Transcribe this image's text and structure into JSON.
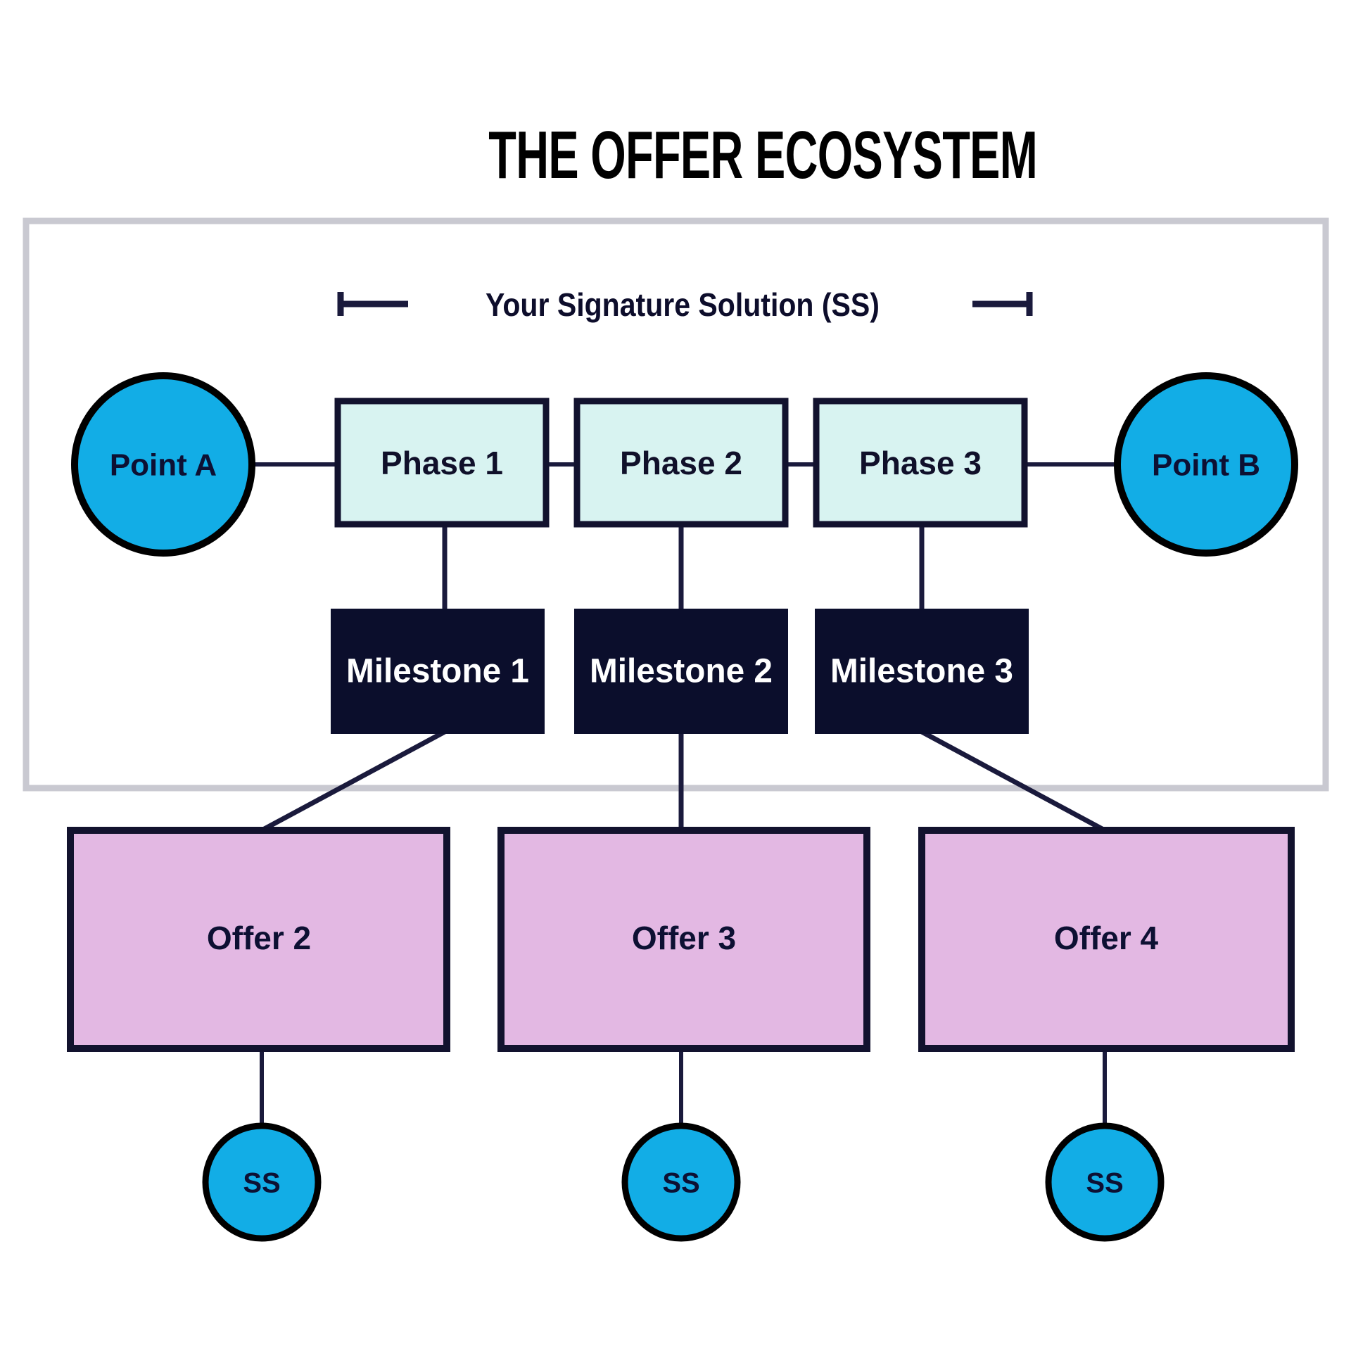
{
  "title": "THE OFFER ECOSYSTEM",
  "bracket": {
    "label": "Your Signature Solution (SS)"
  },
  "endpoints": [
    {
      "label": "Point A",
      "name": "point-a"
    },
    {
      "label": "Point B",
      "name": "point-b"
    }
  ],
  "phases": [
    {
      "label": "Phase 1"
    },
    {
      "label": "Phase 2"
    },
    {
      "label": "Phase 3"
    }
  ],
  "milestones": [
    {
      "label": "Milestone 1"
    },
    {
      "label": "Milestone 2"
    },
    {
      "label": "Milestone 3"
    }
  ],
  "offers": [
    {
      "label": "Offer 2"
    },
    {
      "label": "Offer 3"
    },
    {
      "label": "Offer 4"
    }
  ],
  "signature_circles": [
    {
      "label": "SS"
    },
    {
      "label": "SS"
    },
    {
      "label": "SS"
    }
  ],
  "colors": {
    "background": "#ffffff",
    "title_text": "#000000",
    "container_border": "#c9c9d1",
    "navy": "#0d1033",
    "endpoint_fill": "#12ade6",
    "endpoint_stroke": "#000000",
    "phase_fill": "#d8f3f1",
    "phase_stroke": "#12122e",
    "milestone_fill": "#0b0e2c",
    "milestone_text": "#ffffff",
    "offer_fill": "#e3b8e3",
    "offer_stroke": "#12122e",
    "ss_fill": "#12ade6",
    "ss_stroke": "#000000",
    "connector": "#1a1a3c"
  }
}
